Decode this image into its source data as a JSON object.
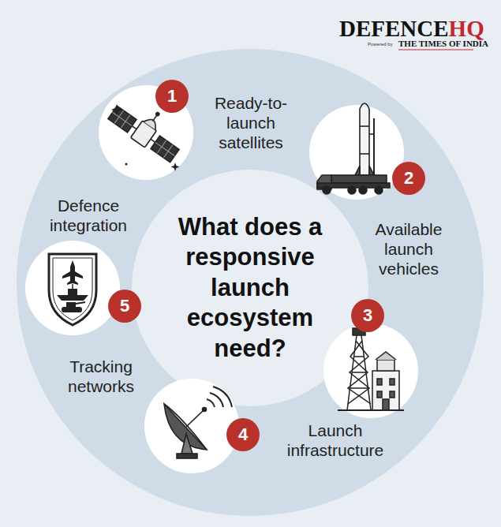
{
  "diagram": {
    "title": "What does a responsive launch ecosystem need?",
    "nodes": [
      {
        "text": [
          "1"
        ]
      },
      {
        "text": [
          "2"
        ]
      },
      {
        "text": [
          "3"
        ]
      },
      {
        "text": [
          "4"
        ]
      },
      {
        "text": [
          "5"
        ]
      }
    ],
    "labels": [
      "DEFENCE",
      "HQ",
      "Powered by",
      "THE TIMES OF INDIA",
      "Ready-to-launch satellites",
      "Available launch vehicles",
      "Launch infrastructure",
      "Tracking networks",
      "Defence integration"
    ]
  }
}
